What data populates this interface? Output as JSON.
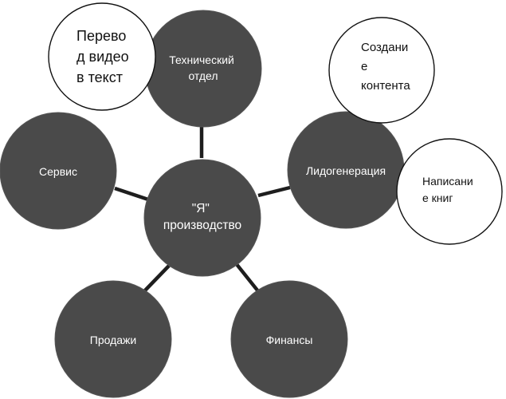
{
  "center": {
    "lines": [
      "\"Я\"",
      "производство"
    ]
  },
  "departments": {
    "tech": {
      "lines": [
        "Технический",
        "отдел"
      ]
    },
    "leads": {
      "lines": [
        "Лидогенерация"
      ]
    },
    "finance": {
      "lines": [
        "Финансы"
      ]
    },
    "sales": {
      "lines": [
        "Продажи"
      ]
    },
    "service": {
      "lines": [
        "Сервис"
      ]
    }
  },
  "side_tasks": {
    "video": {
      "lines": [
        "Перево",
        "д видео",
        "в текст"
      ]
    },
    "content": {
      "lines": [
        "Создани",
        "е",
        "контента"
      ]
    },
    "books": {
      "lines": [
        "Написани",
        "е книг"
      ]
    }
  },
  "colors": {
    "dark_fill": "#4a4a4a",
    "light_fill": "#ffffff",
    "outline": "#111111",
    "connector": "#1e1e1e",
    "dark_text": "#ffffff",
    "light_text": "#111111"
  }
}
